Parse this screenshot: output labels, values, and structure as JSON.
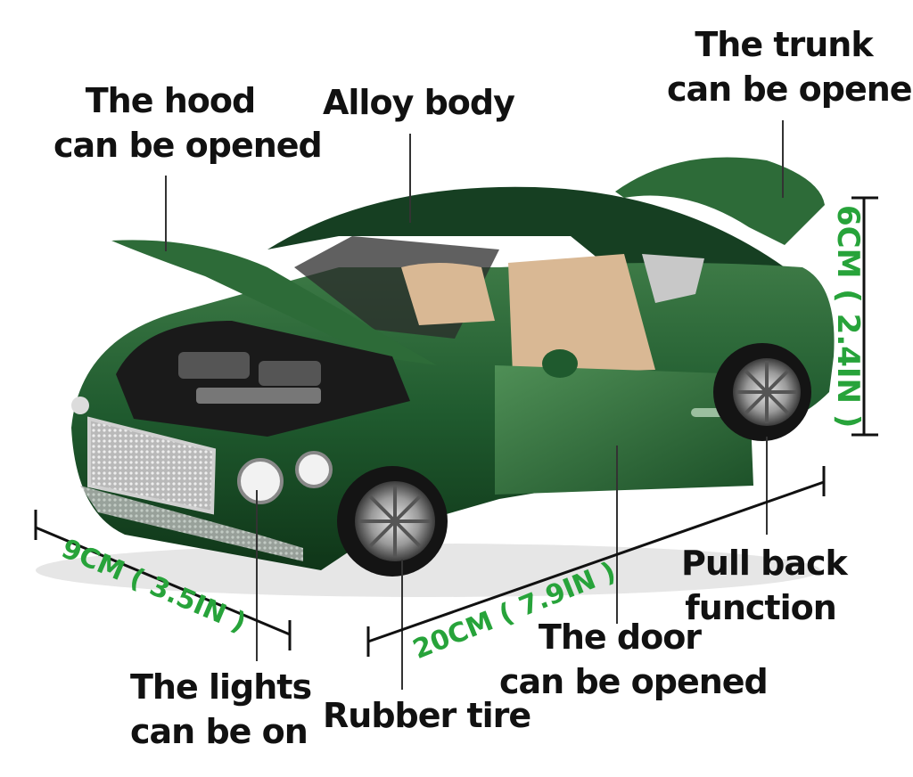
{
  "labels": {
    "hood": [
      "The hood",
      "can be opened"
    ],
    "alloy_body": "Alloy body",
    "trunk": [
      "The trunk",
      "can be opened"
    ],
    "pull_back": [
      "Pull back",
      "function"
    ],
    "door": [
      "The door",
      "can be opened"
    ],
    "lights": [
      "The lights",
      "can be on"
    ],
    "rubber_tire": "Rubber tire"
  },
  "dimensions": {
    "height": "6CM ( 2.4IN )",
    "width": "9CM ( 3.5IN )",
    "length": "20CM ( 7.9IN )"
  },
  "colors": {
    "car_body": "#1f5a2e",
    "interior": "#d9b894",
    "dimension_text": "#27a33a",
    "label_text": "#111111"
  }
}
